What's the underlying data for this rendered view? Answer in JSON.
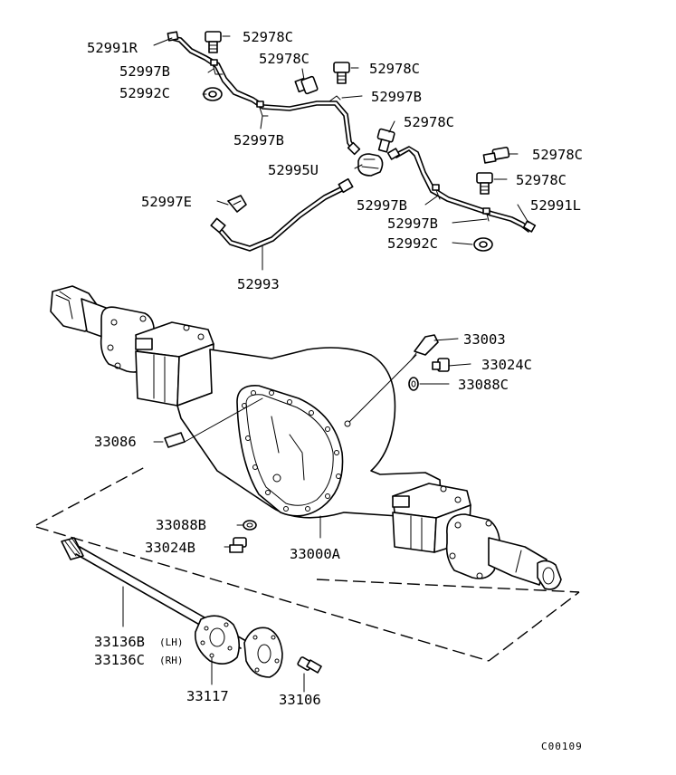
{
  "labels": {
    "p52991R": "52991R",
    "p52978C_1": "52978C",
    "p52978C_2": "52978C",
    "p52978C_3": "52978C",
    "p52997B_1": "52997B",
    "p52992C_1": "52992C",
    "p52997B_2": "52997B",
    "p52997B_3": "52997B",
    "p52978C_4": "52978C",
    "p52995U": "52995U",
    "p52978C_5": "52978C",
    "p52978C_6": "52978C",
    "p52997E": "52997E",
    "p52997B_4": "52997B",
    "p52991L": "52991L",
    "p52997B_5": "52997B",
    "p52992C_2": "52992C",
    "p52993": "52993",
    "p33003": "33003",
    "p33024C": "33024C",
    "p33088C": "33088C",
    "p33086": "33086",
    "p33088B": "33088B",
    "p33024B": "33024B",
    "p33000A": "33000A",
    "p33136B": "33136B",
    "p33136B_side": "(LH)",
    "p33136C": "33136C",
    "p33136C_side": "(RH)",
    "p33117": "33117",
    "p33106": "33106"
  },
  "diagram_code": "C00109"
}
